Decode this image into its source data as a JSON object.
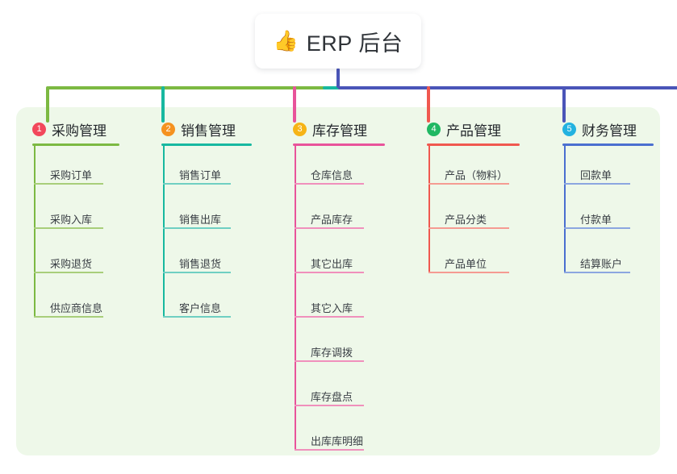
{
  "root": {
    "icon": "thumbs-up-icon",
    "emoji": "👍",
    "title": "ERP 后台"
  },
  "palette": {
    "panel_bg": "#eef8e9",
    "root_bg": "#ffffff",
    "stem": "#4a55b8"
  },
  "columns": [
    {
      "number": "1",
      "title": "采购管理",
      "badge_color": "#f2485b",
      "line_color": "#7cb942",
      "leaf_line_color": "#a8ce7a",
      "items": [
        "采购订单",
        "采购入库",
        "采购退货",
        "供应商信息"
      ]
    },
    {
      "number": "2",
      "title": "销售管理",
      "badge_color": "#f59220",
      "line_color": "#17b8a0",
      "leaf_line_color": "#6fcfc2",
      "items": [
        "销售订单",
        "销售出库",
        "销售退货",
        "客户信息"
      ]
    },
    {
      "number": "3",
      "title": "库存管理",
      "badge_color": "#f6b416",
      "line_color": "#e8539a",
      "leaf_line_color": "#f090bc",
      "items": [
        "仓库信息",
        "产品库存",
        "其它出库",
        "其它入库",
        "库存调拨",
        "库存盘点",
        "出库库明细"
      ]
    },
    {
      "number": "4",
      "title": "产品管理",
      "badge_color": "#20b863",
      "line_color": "#f0584f",
      "leaf_line_color": "#f59b92",
      "items": [
        "产品（物料）",
        "产品分类",
        "产品单位"
      ]
    },
    {
      "number": "5",
      "title": "财务管理",
      "badge_color": "#23b2e0",
      "line_color": "#4a6fd0",
      "leaf_line_color": "#8ca6e0",
      "items": [
        "回款单",
        "付款单",
        "结算账户"
      ]
    }
  ]
}
